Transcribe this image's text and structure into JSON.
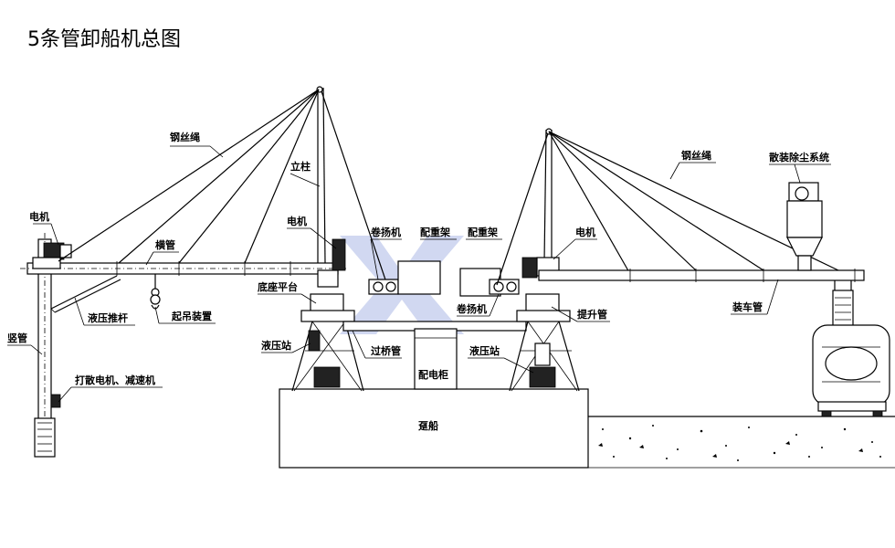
{
  "title": "5条管卸船机总图",
  "labels": {
    "wire_rope_left": "钢丝绳",
    "column": "立柱",
    "motor_left_top": "电机",
    "crossbar": "横管",
    "motor_mid": "电机",
    "winch_top": "卷扬机",
    "counterweight_left": "配重架",
    "counterweight_right": "配重架",
    "motor_right": "电机",
    "wire_rope_right": "钢丝绳",
    "dust_system": "散装除尘系统",
    "base_platform": "底座平台",
    "hydraulic_cylinder": "液压推杆",
    "lifting_device": "起吊装置",
    "winch_bottom": "卷扬机",
    "lift_pipe": "提升管",
    "loading_pipe": "装车管",
    "vertical_pipe": "竖管",
    "hydraulic_station_left": "液压站",
    "bridge_pipe": "过桥管",
    "hydraulic_station_right": "液压站",
    "power_cabinet": "配电柜",
    "dispersing_motor": "打散电机、减速机",
    "ship": "趸船"
  },
  "watermark_color": "#7b8fd8"
}
